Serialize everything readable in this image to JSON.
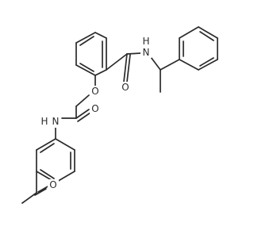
{
  "molecule": {
    "atoms": {
      "amide_n_top": {
        "label": "N"
      },
      "amide_h_top": {
        "label": "H"
      },
      "carbonyl_o_top": {
        "label": "O"
      },
      "ether_o": {
        "label": "O"
      },
      "carbonyl_o_mid": {
        "label": "O"
      },
      "amide_n_mid": {
        "label": "N"
      },
      "amide_h_mid": {
        "label": "H"
      },
      "ketone_o": {
        "label": "O"
      }
    }
  }
}
